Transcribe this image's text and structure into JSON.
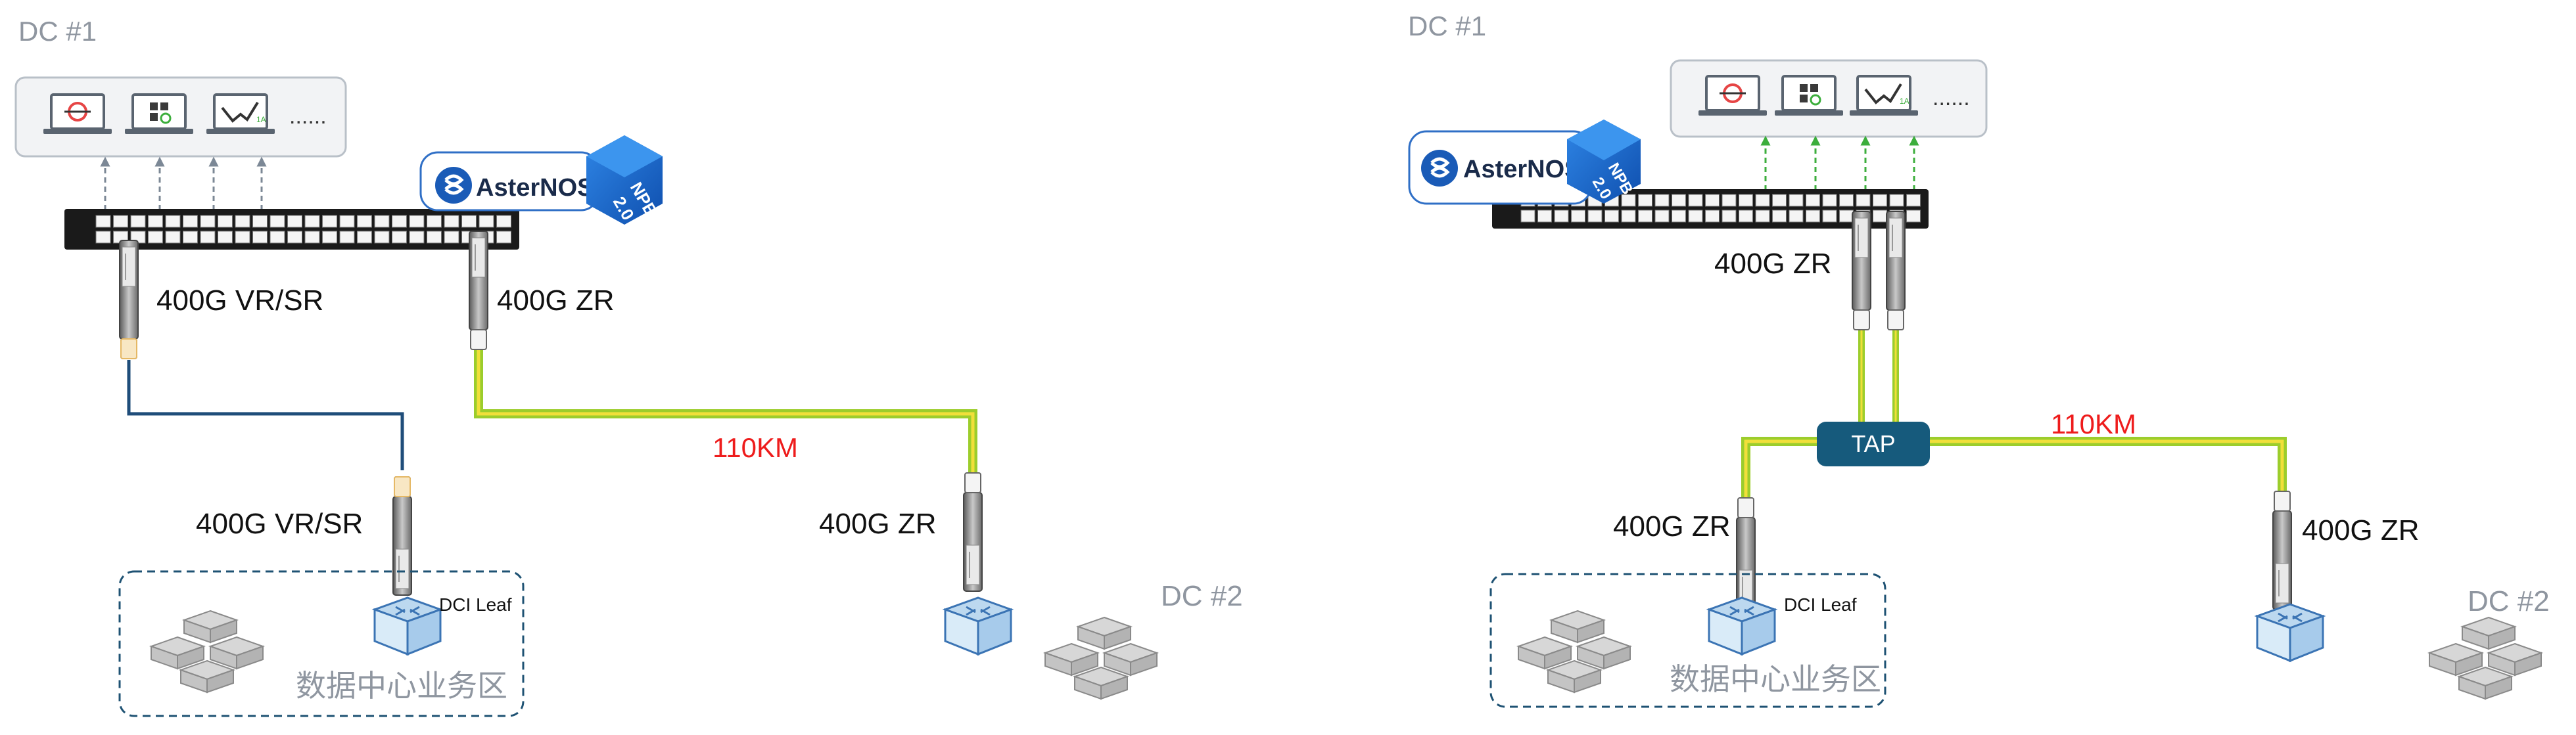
{
  "left_panel": {
    "dc1_label": "DC #1",
    "dc2_label": "DC #2",
    "toolbar_dots": "......",
    "asternos_label": "AsterNOS",
    "npb_label": "NPB",
    "npb_version": "2.0",
    "module_left_label": "400G VR/SR",
    "module_right_label": "400G ZR",
    "distance_label": "110KM",
    "module_bottom_left_label": "400G VR/SR",
    "module_bottom_right_label": "400G ZR",
    "dci_leaf_label": "DCI Leaf",
    "zone_label": "数据中心业务区"
  },
  "right_panel": {
    "dc1_label": "DC #1",
    "dc2_label": "DC #2",
    "toolbar_dots": "......",
    "asternos_label": "AsterNOS",
    "npb_label": "NPB",
    "npb_version": "2.0",
    "module_top_label": "400G ZR",
    "tap_label": "TAP",
    "distance_label": "110KM",
    "module_bottom_left_label": "400G ZR",
    "module_bottom_right_label": "400G ZR",
    "dci_leaf_label": "DCI Leaf",
    "zone_label": "数据中心业务区"
  },
  "colors": {
    "distance_red": "#ee1c1c",
    "fiber_green": "#9ccd2c",
    "fiber_yellow": "#f1df3a",
    "fiber_blue": "#1f4d7a",
    "tap_fill": "#165a7c",
    "npb_blue": "#1763c9",
    "dashed_box": "#1e5273",
    "gray_label": "#8f96a0",
    "switch_black": "#1a1a1a",
    "arrow_gray": "#7c8896",
    "arrow_green": "#3cae3c"
  },
  "icons": [
    "capture-monitor-icon",
    "analytics-dashboard-icon",
    "chart-monitor-icon",
    "server-stack-icon",
    "leaf-switch-icon",
    "asternos-logo-icon",
    "npb-cube-icon"
  ]
}
